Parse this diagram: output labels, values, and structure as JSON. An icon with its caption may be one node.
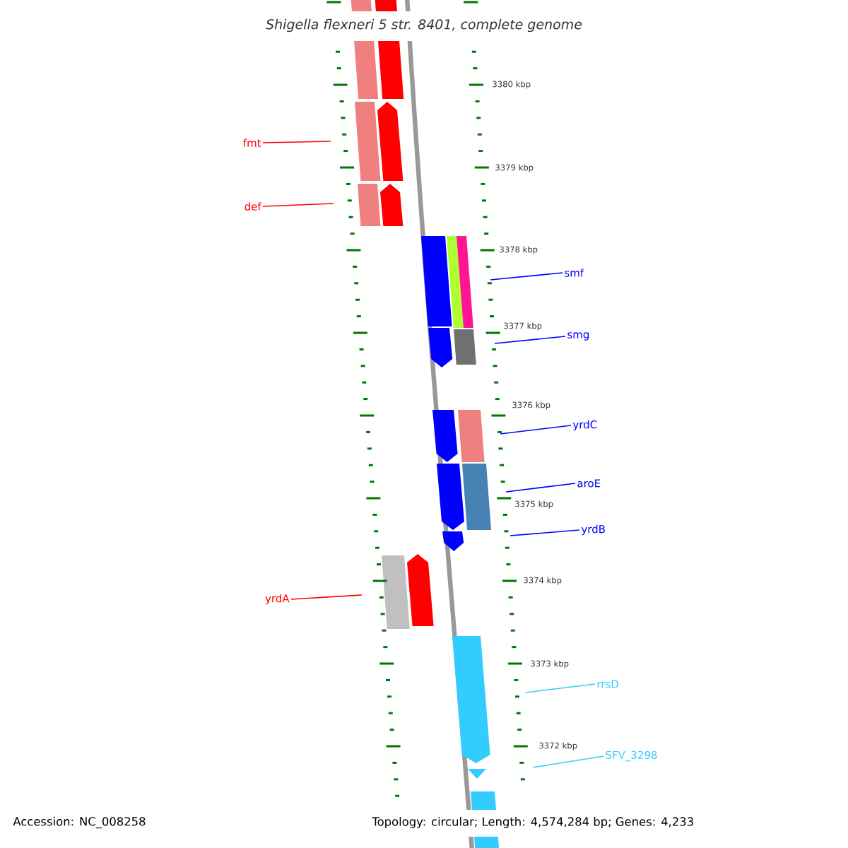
{
  "diagram": {
    "title": "Shigella flexneri 5 str. 8401, complete genome",
    "nodes": [
      {
        "text": [
          "fmt"
        ]
      },
      {
        "text": [
          "def"
        ]
      },
      {
        "text": [
          "smf"
        ]
      },
      {
        "text": [
          "smg"
        ]
      },
      {
        "text": [
          "yrdC"
        ]
      },
      {
        "text": [
          "aroE"
        ]
      },
      {
        "text": [
          "yrdB"
        ]
      },
      {
        "text": [
          "yrdA"
        ]
      },
      {
        "text": [
          "rrsD"
        ]
      },
      {
        "text": [
          "SFV_3298"
        ]
      }
    ],
    "edges": [
      {
        "from": 0,
        "to": null,
        "arrow": "none",
        "color": "#ff0000"
      },
      {
        "from": 1,
        "to": null,
        "arrow": "none",
        "color": "#ff0000"
      },
      {
        "from": 2,
        "to": null,
        "arrow": "none",
        "color": "#0000ff"
      },
      {
        "from": 3,
        "to": null,
        "arrow": "none",
        "color": "#0000ff"
      },
      {
        "from": 4,
        "to": null,
        "arrow": "none",
        "color": "#0000ff"
      },
      {
        "from": 5,
        "to": null,
        "arrow": "none",
        "color": "#0000ff"
      },
      {
        "from": 6,
        "to": null,
        "arrow": "none",
        "color": "#0000ff"
      },
      {
        "from": 7,
        "to": null,
        "arrow": "none",
        "color": "#ff0000"
      },
      {
        "from": 8,
        "to": null,
        "arrow": "none",
        "color": "#33ccff"
      },
      {
        "from": 9,
        "to": null,
        "arrow": "none",
        "color": "#33ccff"
      }
    ],
    "labels": [
      "3380 kbp",
      "3379 kbp",
      "3378 kbp",
      "3377 kbp",
      "3376 kbp",
      "3375 kbp",
      "3374 kbp",
      "3373 kbp",
      "3372 kbp",
      "Accession: NC_008258",
      "Topology: circular; Length: 4,574,284 bp; Genes: 4,233"
    ]
  }
}
